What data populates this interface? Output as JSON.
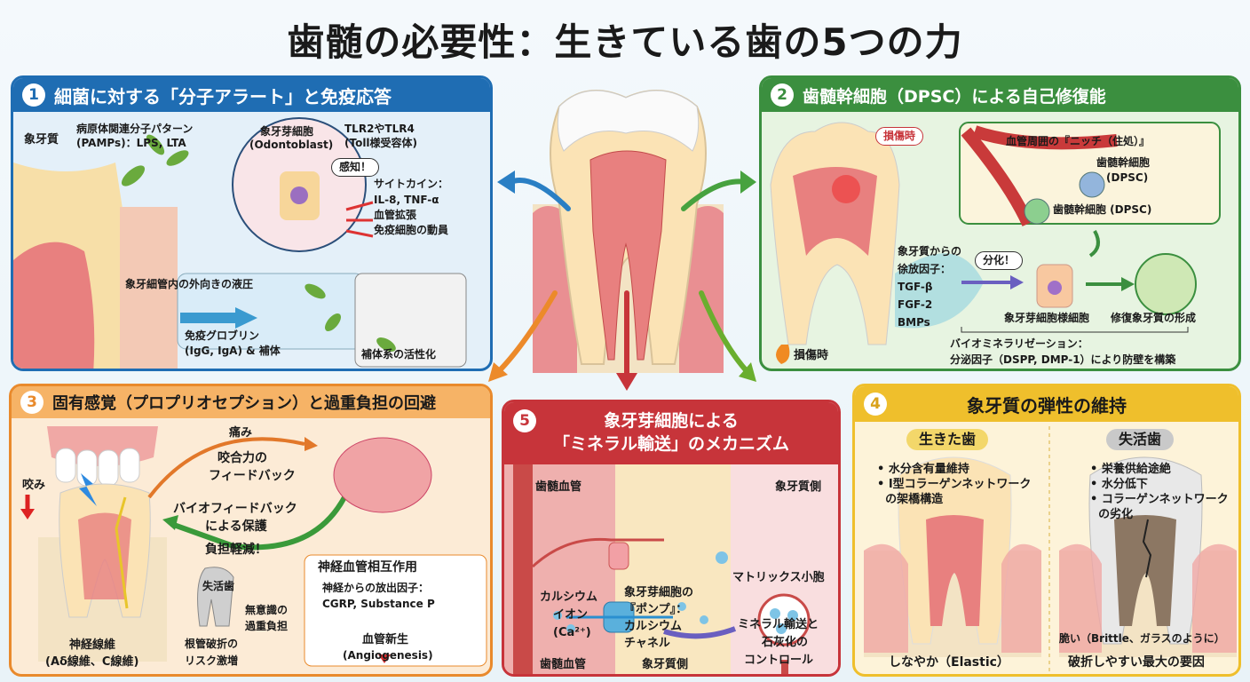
{
  "title": "歯髄の必要性：生きている歯の5つの力",
  "panel1": {
    "number": "1",
    "heading": "細菌に対する「分子アラート」と免疫応答",
    "dentin": "象牙質",
    "pamps_1": "病原体関連分子パターン",
    "pamps_2": "(PAMPs)：LPS, LTA",
    "odontoblast_1": "象牙芽細胞",
    "odontoblast_2": "(Odontoblast)",
    "tlr_1": "TLR2やTLR4",
    "tlr_2": "(Toll様受容体)",
    "sense": "感知！",
    "cytokine": "サイトカイン：",
    "il8": "IL-8, TNF-α",
    "vasodilation": "血管拡張",
    "immune": "免疫細胞の動員",
    "pressure": "象牙細管内の外向きの液圧",
    "ig_1": "免疫グロブリン",
    "ig_2": "(IgG, IgA) & 補体",
    "complement": "補体系の活性化"
  },
  "panel2": {
    "number": "2",
    "heading": "歯髄幹細胞（DPSC）による自己修復能",
    "injury_bubble": "損傷時",
    "niche": "血管周囲の『ニッチ（住処）』",
    "dpsc_1": "歯髄幹細胞",
    "dpsc_2": "(DPSC)",
    "dpsc_3": "歯髄幹細胞 (DPSC)",
    "factors": [
      "象牙質からの",
      "徐放因子：",
      "TGF-β",
      "FGF-2",
      "BMPs"
    ],
    "differentiate": "分化！",
    "odontoblast_like": "象牙芽細胞様細胞",
    "repair": "修復象牙質の形成",
    "biomin_1": "バイオミネラリゼーション：",
    "biomin_2": "分泌因子（DSPP, DMP-1）により防壁を構築",
    "injury_label": "損傷時"
  },
  "panel3": {
    "number": "3",
    "heading": "固有感覚（プロプリオセプション）と過重負担の回避",
    "bite": "咬み",
    "pain": "痛み",
    "feedback_1": "咬合力の",
    "feedback_2": "フィードバック",
    "bio_1": "バイオフィードバック",
    "bio_2": "による保護",
    "relief": "負担軽減！",
    "nerve_1": "神経線維",
    "nerve_2": "(Aδ線維、C線維)",
    "devital": "失活歯",
    "overload_1": "無意識の",
    "overload_2": "過重負担",
    "fracture_1": "根管破折の",
    "fracture_2": "リスク激増",
    "nv_title": "神経血管相互作用",
    "nv_1": "神経からの放出因子：",
    "nv_2": "CGRP, Substance P",
    "angio_1": "血管新生",
    "angio_2": "(Angiogenesis)"
  },
  "panel4": {
    "number": "4",
    "heading": "象牙質の弾性の維持",
    "living": "生きた歯",
    "living_points": [
      "水分含有量維持",
      "I型コラーゲンネットワーク",
      "の架橋構造"
    ],
    "nonvital": "失活歯",
    "nonvital_points": [
      "栄養供給途絶",
      "水分低下",
      "コラーゲンネットワーク",
      "の劣化"
    ],
    "brittle": "脆い（Brittle、ガラスのように）",
    "elastic": "しなやか（Elastic）",
    "fracture_cause": "破折しやすい最大の要因"
  },
  "panel5": {
    "number": "5",
    "heading_1": "象牙芽細胞による",
    "heading_2": "「ミネラル輸送」のメカニズム",
    "pulp_vessel": "歯髄血管",
    "dentin_side": "象牙質側",
    "ca_1": "カルシウム",
    "ca_2": "イオン",
    "ca_3": "(Ca²⁺)",
    "pump_1": "象牙芽細胞の",
    "pump_2": "『ポンプ』：",
    "pump_3": "カルシウム",
    "pump_4": "チャネル",
    "pulp_vessel_bottom": "歯髄血管",
    "dentin_side_bottom": "象牙質側",
    "vesicle": "マトリックス小胞",
    "control_1": "ミネラル輸送と",
    "control_2": "石灰化の",
    "control_3": "コントロール"
  },
  "colors": {
    "blue": "#1f6db3",
    "green": "#3b8f3f",
    "orange": "#e98a2c",
    "red": "#c7343a",
    "yellow": "#efbf2c"
  }
}
